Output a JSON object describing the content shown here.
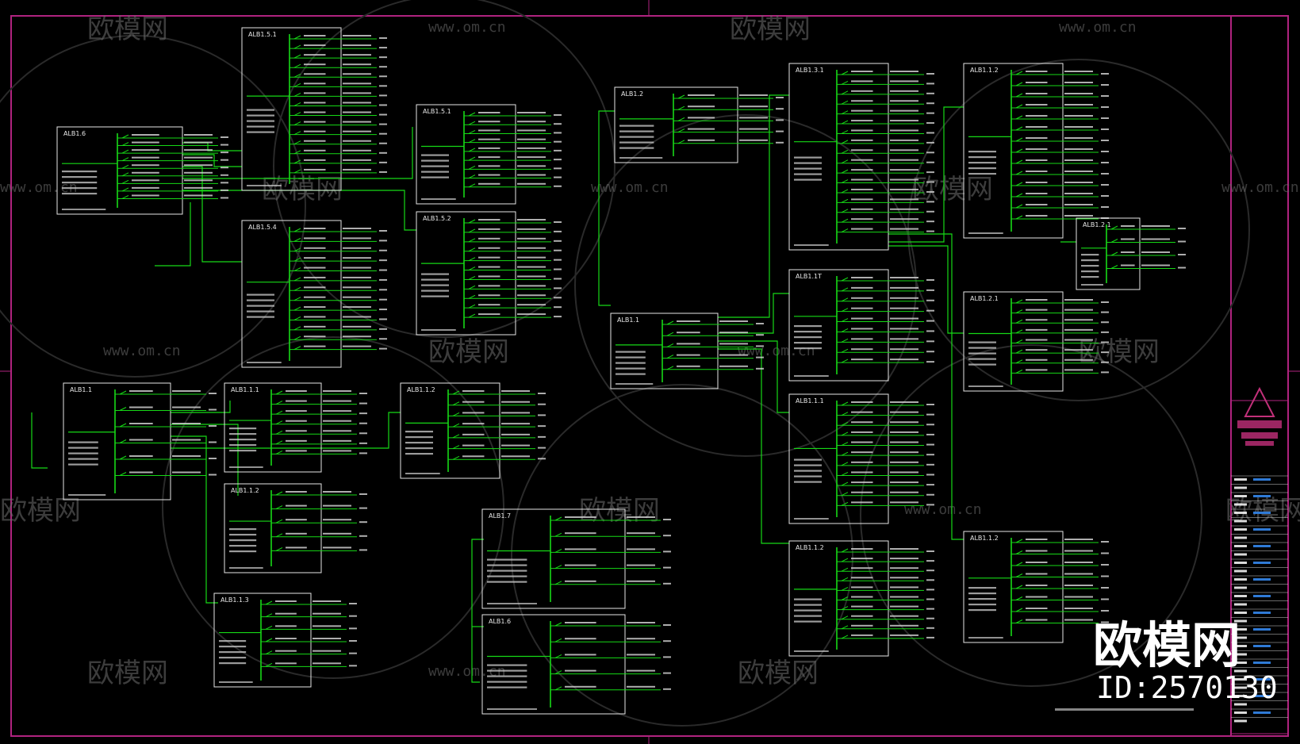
{
  "colors": {
    "background": "#000000",
    "frame": "#b0237f",
    "panel": "#e6e6e6",
    "wire": "#16d916",
    "text": "#e8e8e8",
    "label_blue": "#2f7ad6",
    "logo": "#c2307a"
  },
  "watermark": {
    "brand_cn": "欧模网",
    "url": "www.om.cn"
  },
  "brand_overlay": {
    "name": "欧模网",
    "id": "ID:2570130"
  },
  "panels": [
    {
      "key": "p1",
      "name": "ALB1.6",
      "circuits": 9
    },
    {
      "key": "p2",
      "name": "ALB1.5.1",
      "circuits": 15
    },
    {
      "key": "p3",
      "name": "ALB1.5.4",
      "circuits": 13
    },
    {
      "key": "p4",
      "name": "ALB1.5.1",
      "circuits": 9
    },
    {
      "key": "p5",
      "name": "ALB1.5.2",
      "circuits": 11
    },
    {
      "key": "p6",
      "name": "ALB1.2",
      "circuits": 5
    },
    {
      "key": "p7",
      "name": "ALB1.3.1",
      "circuits": 17
    },
    {
      "key": "p8",
      "name": "ALB1.1.2",
      "circuits": 14
    },
    {
      "key": "p9",
      "name": "ALB1.2.1",
      "circuits": 4
    },
    {
      "key": "p10",
      "name": "ALB1.1T",
      "circuits": 9
    },
    {
      "key": "p11",
      "name": "ALB1.2.1",
      "circuits": 8
    },
    {
      "key": "p12",
      "name": "ALB1.1",
      "circuits": 5
    },
    {
      "key": "p13",
      "name": "ALB1.1.1",
      "circuits": 11
    },
    {
      "key": "p14",
      "name": "ALB1.1",
      "circuits": 6
    },
    {
      "key": "p15",
      "name": "ALB1.1.1",
      "circuits": 7
    },
    {
      "key": "p16",
      "name": "ALB1.1.2",
      "circuits": 7
    },
    {
      "key": "p17",
      "name": "ALB1.1.2",
      "circuits": 5
    },
    {
      "key": "p18",
      "name": "ALB1.1.3",
      "circuits": 6
    },
    {
      "key": "p19",
      "name": "ALB1.7",
      "circuits": 5
    },
    {
      "key": "p20",
      "name": "ALB1.1.2",
      "circuits": 10
    },
    {
      "key": "p21",
      "name": "ALB1.1.2",
      "circuits": 8
    },
    {
      "key": "p22",
      "name": "ALB1.6",
      "circuits": 5
    }
  ]
}
